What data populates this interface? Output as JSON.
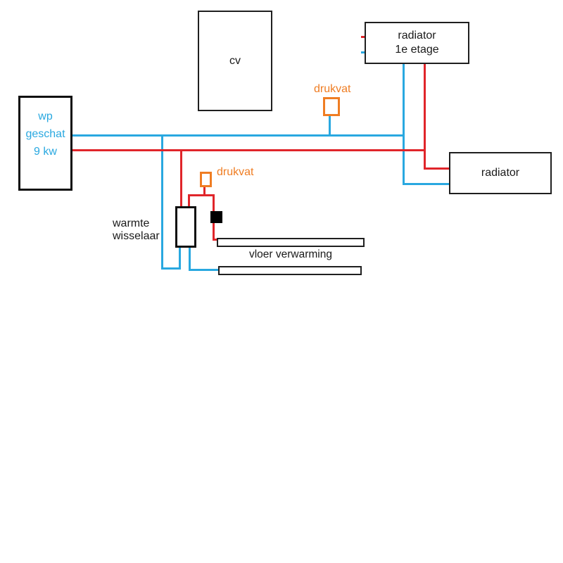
{
  "diagram": {
    "kind": "heating-system-sketch",
    "colors": {
      "pipe_blue": "#29a8e0",
      "pipe_red": "#e0252a",
      "accent_orange": "#ef7d23",
      "outline_black": "#1a1a1a"
    },
    "nodes": {
      "heat_pump": {
        "line1": "wp",
        "line2": "geschat",
        "line3": "9 kw"
      },
      "cv_boiler": {
        "label": "cv"
      },
      "radiator_first_floor": {
        "line1": "radiator",
        "line2": "1e etage"
      },
      "radiator": {
        "label": "radiator"
      },
      "pressure_vessel_top": {
        "label": "drukvat"
      },
      "pressure_vessel_mid": {
        "label": "drukvat"
      },
      "heat_exchanger": {
        "line1": "warmte",
        "line2": "wisselaar"
      },
      "floor_heating": {
        "label": "vloer verwarming"
      }
    }
  }
}
